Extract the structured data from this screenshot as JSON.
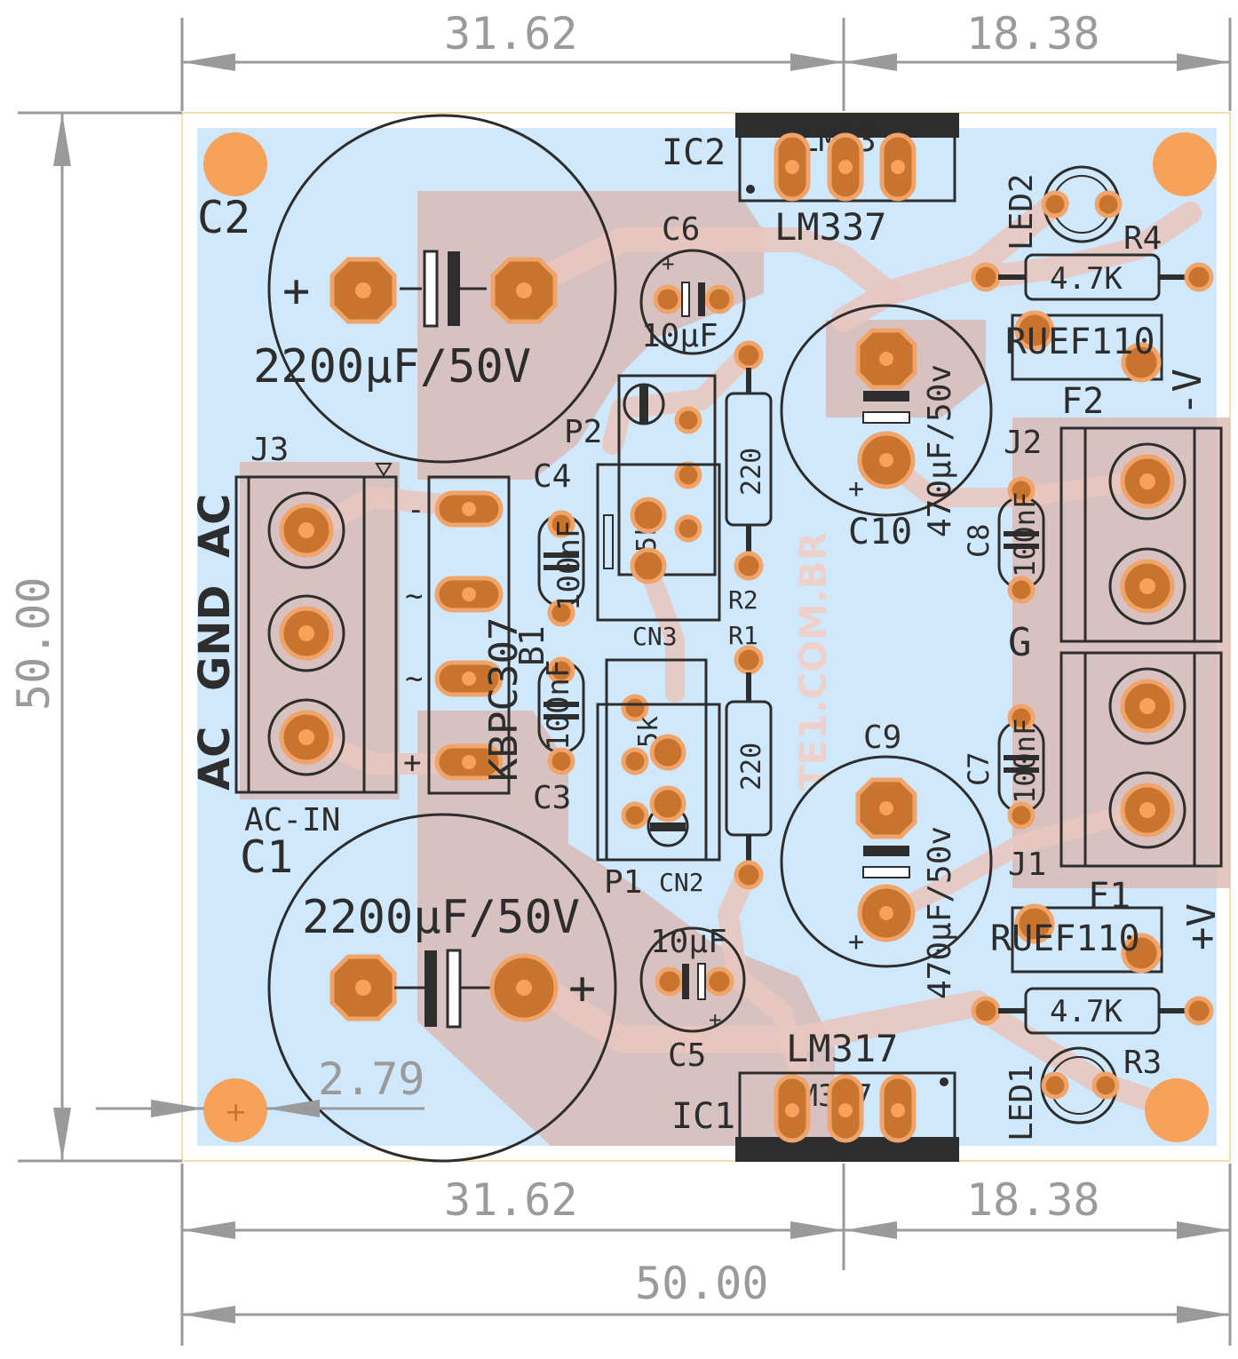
{
  "dimensions": {
    "top_left": "31.62",
    "top_right": "18.38",
    "bottom_left": "31.62",
    "bottom_right": "18.38",
    "bottom_total": "50.00",
    "left_total": "50.00",
    "hole_offset": "2.79"
  },
  "watermark": "TE1.COM.BR",
  "components": {
    "c2": {
      "ref": "C2",
      "value": "2200µF/50V",
      "plus": "+"
    },
    "c1": {
      "ref": "C1",
      "value": "2200µF/50V",
      "plus": "+"
    },
    "c6": {
      "ref": "C6",
      "value": "10µF",
      "plus": "+"
    },
    "c5": {
      "ref": "C5",
      "value": "10µF",
      "plus": "+"
    },
    "c10": {
      "ref": "C10",
      "value": "470µF/50v",
      "plus": "+"
    },
    "c9": {
      "ref": "C9",
      "value": "470µF/50v",
      "plus": "+"
    },
    "c4": {
      "ref": "C4",
      "value": "100nF"
    },
    "c3": {
      "ref": "C3",
      "value": "100nF"
    },
    "c8": {
      "ref": "C8",
      "value": "100nF"
    },
    "c7": {
      "ref": "C7",
      "value": "100nF"
    },
    "ic2": {
      "ref": "IC2",
      "value": "LM337"
    },
    "ic1": {
      "ref": "IC1",
      "value": "LM317"
    },
    "r4": {
      "ref": "R4",
      "value": "4.7K"
    },
    "r3": {
      "ref": "R3",
      "value": "4.7K"
    },
    "r2": {
      "ref": "R2",
      "value": "220"
    },
    "r1": {
      "ref": "R1",
      "value": "220"
    },
    "p2": {
      "ref": "P2",
      "value": "5k"
    },
    "p1": {
      "ref": "P1",
      "value": "5k"
    },
    "cn3": {
      "ref": "CN3"
    },
    "cn2": {
      "ref": "CN2"
    },
    "led2": {
      "ref": "LED2"
    },
    "led1": {
      "ref": "LED1"
    },
    "f2": {
      "ref": "F2",
      "value": "RUEF110"
    },
    "f1": {
      "ref": "F1",
      "value": "RUEF110"
    },
    "j3": {
      "ref": "J3",
      "name": "AC-IN",
      "pins": [
        "AC",
        "GND",
        "AC"
      ]
    },
    "j2": {
      "ref": "J2"
    },
    "j1": {
      "ref": "J1"
    },
    "b1": {
      "ref": "B1",
      "value": "KBPC307",
      "pin_minus": "-",
      "pin_ac1": "~",
      "pin_ac2": "~",
      "pin_plus": "+"
    },
    "output": {
      "neg_v": "-V",
      "gnd": "G",
      "pos_v": "+V"
    }
  },
  "colors": {
    "board": "#cfe8fb",
    "pad": "#c8742e",
    "pad_ring": "#f7a25a",
    "copper_bottom": "#d9b5ae",
    "silkscreen": "#2d2d2d",
    "dimension": "#9a9a9a"
  }
}
